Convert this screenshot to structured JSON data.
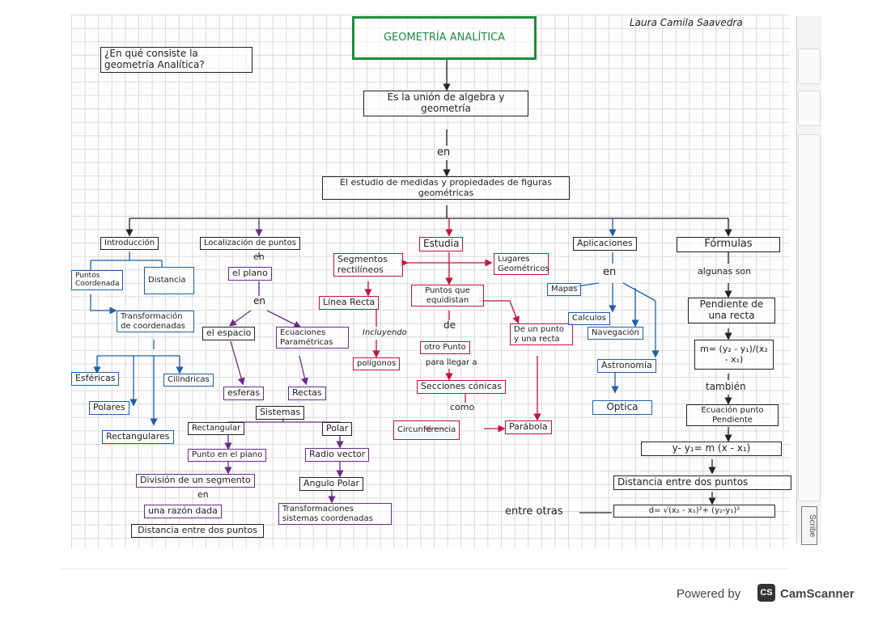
{
  "author": "Laura Camila Saavedra",
  "title": "GEOMETRÍA ANALÍTICA",
  "question": "¿En qué consiste la geometría Analítica?",
  "definition": "Es la unión de algebra y geometría",
  "connector_en": "en",
  "study": "El estudio de medidas y propiedades de figuras geométricas",
  "branches": {
    "introduccion": "Introducción",
    "localizacion": "Localización de puntos",
    "estudia": "Estudia",
    "aplicaciones": "Aplicaciones",
    "formulas": "Fórmulas"
  },
  "intro": {
    "puntos": "Puntos Coordenada",
    "distancia": "Distancia",
    "transformacion": "Transformación de coordenadas",
    "esfericas": "Esféricas",
    "cilindricas": "Cilíndricas",
    "polares": "Polares",
    "rectangulares": "Rectangulares"
  },
  "local": {
    "en1": "en",
    "plano": "el plano",
    "en2": "en",
    "espacio": "el espacio",
    "ecuaciones": "Ecuaciones Paramétricas",
    "esferas": "esferas",
    "rectas": "Rectas",
    "sistemas": "Sistemas",
    "rectangular": "Rectangular",
    "polar": "Polar",
    "punto_plano": "Punto en el plano",
    "radio_vector": "Radio vector",
    "division": "División de un segmento",
    "en3": "en",
    "razon": "una razón dada",
    "angulo": "Angulo Polar",
    "distancia_puntos": "Distancia entre dos puntos",
    "transformaciones": "Transformaciones sistemas coordenadas"
  },
  "estudia": {
    "segmentos": "Segmentos rectilíneos",
    "lugares": "Lugares Geométricos",
    "puntos_equidistan": "Puntos que equidistan",
    "linea_recta": "Línea Recta",
    "incluyendo": "Incluyendo",
    "poligonos": "polígonos",
    "de": "de",
    "otro_punto": "otro Punto",
    "para_llegar": "para llegar a",
    "punto_recta": "De un punto y una recta",
    "secciones": "Secciones cónicas",
    "como": "como",
    "circunferencia": "Circunferencia",
    "parabola": "Parábola"
  },
  "aplic": {
    "en": "en",
    "mapas": "Mapas",
    "calculos": "Calculos",
    "navegacion": "Navegación",
    "astronomia": "Astronomía",
    "optica": "Optica"
  },
  "formulas": {
    "algunas": "algunas son",
    "pendiente": "Pendiente de una recta",
    "m_formula": "m= (y₂ - y₁)/(x₂ - x₁)",
    "tambien": "también",
    "ecuacion_punto": "Ecuación punto Pendiente",
    "ec_formula": "y- y₁= m (x - x₁)",
    "distancia_title": "Distancia entre dos puntos",
    "d_formula": "d= √(x₂ - x₁)²+ (y₂-y₁)²",
    "entre_otras": "entre otras"
  },
  "footer": {
    "powered_by": "Powered by",
    "cs_badge": "CS",
    "cs_name": "CamScanner",
    "scribe": "Scribe"
  },
  "colors": {
    "green": "#1e8e3e",
    "blue": "#1f5fa8",
    "purple": "#6b2a8c",
    "red": "#c0143c",
    "black": "#222222"
  }
}
